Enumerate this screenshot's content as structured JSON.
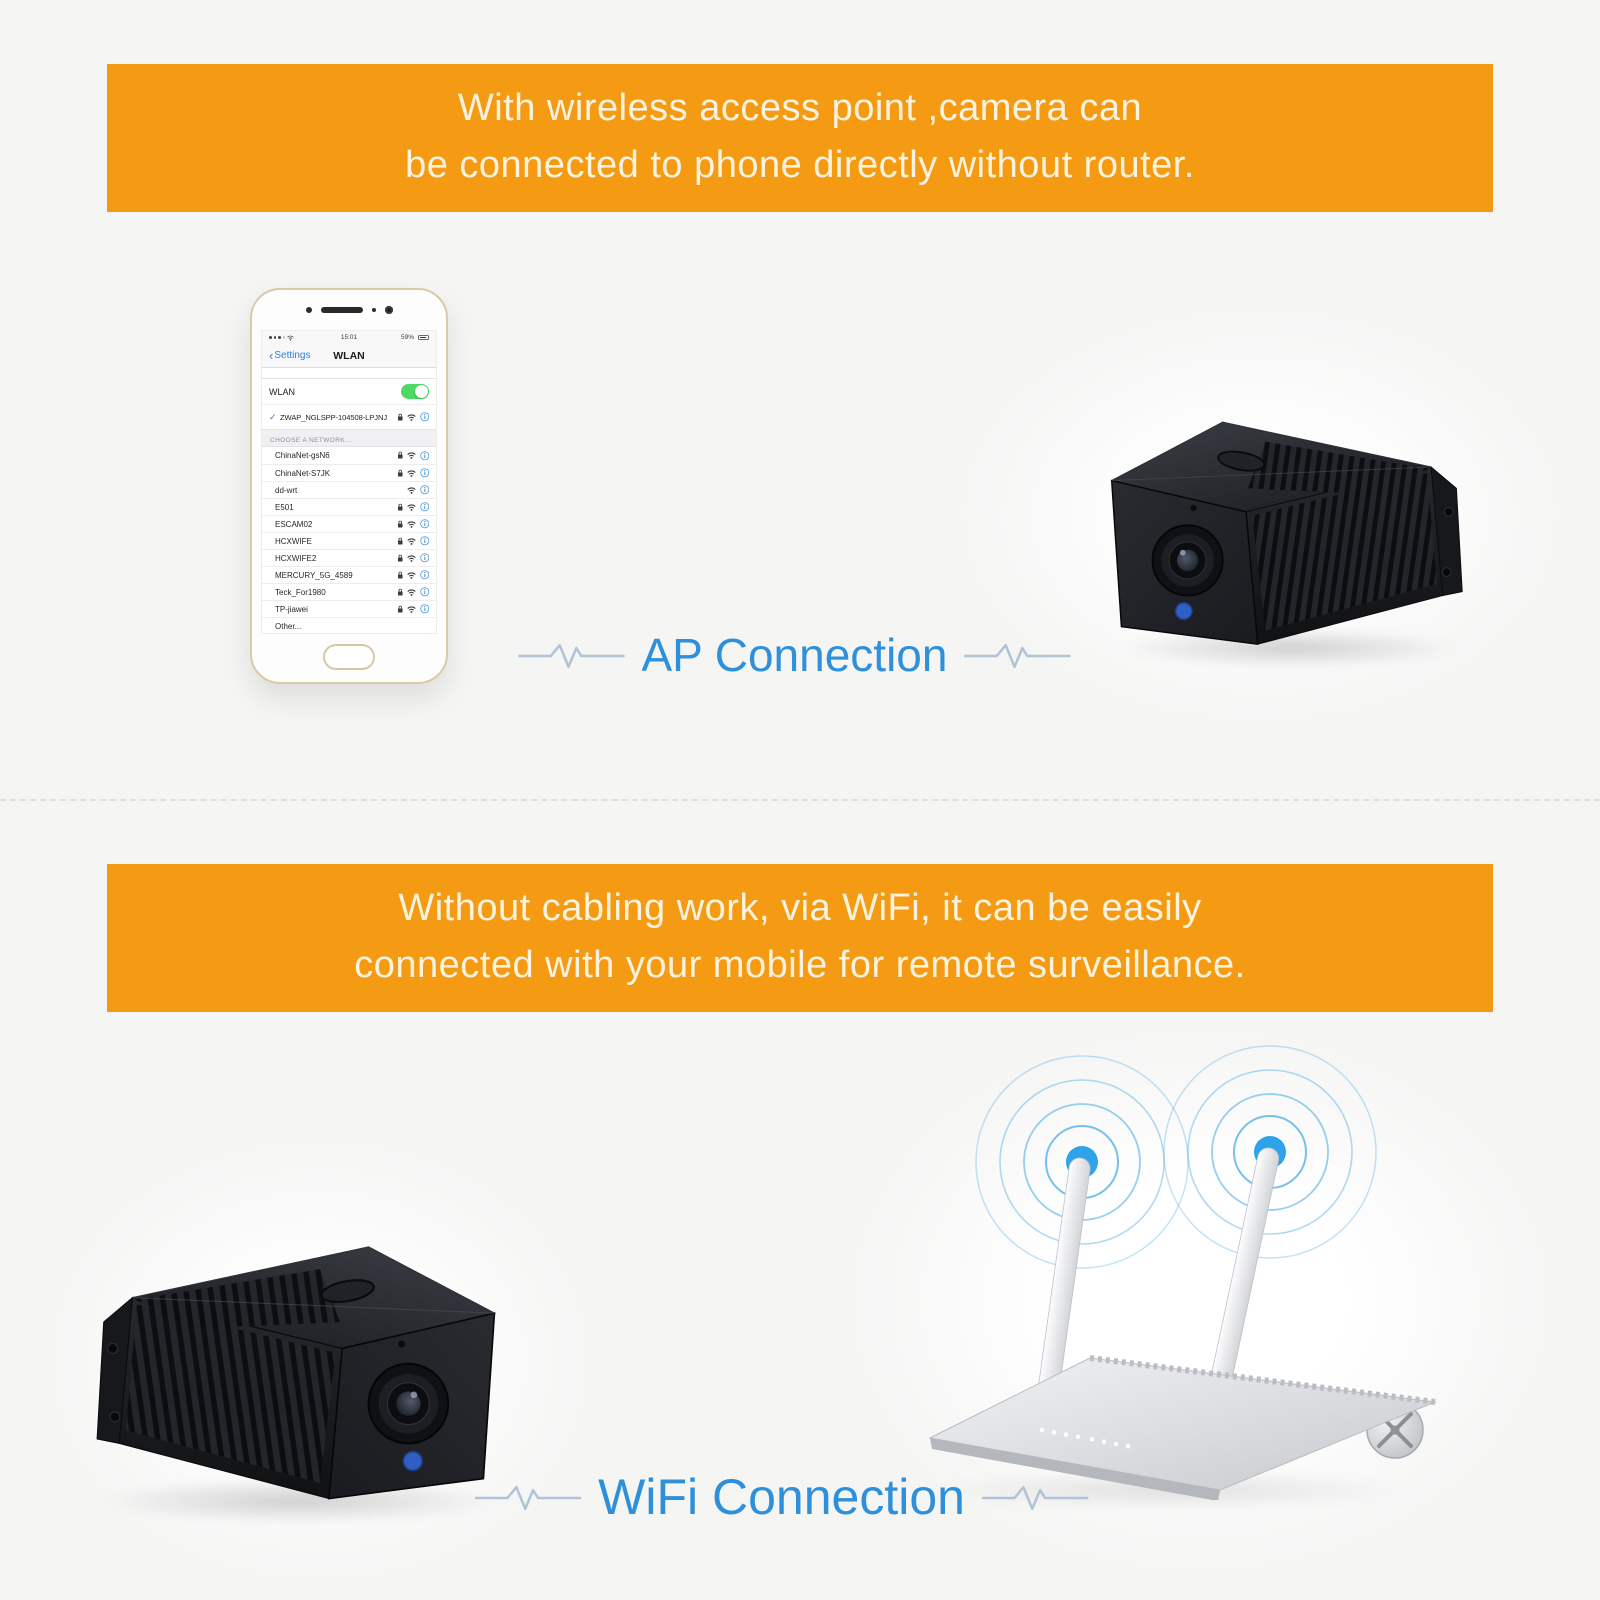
{
  "colors": {
    "banner_orange": "#F59B13",
    "accent_blue": "#2E90DB",
    "ekg_line": "#B2C3D7",
    "toggle_green": "#4cd964",
    "camera_led_blue": "#2f5fc4",
    "wifi_ripple_blue": "#5fb5e9"
  },
  "section_ap": {
    "banner_line1": "With wireless access point ,camera can",
    "banner_line2": "be connected to phone directly  without router.",
    "label": "AP Connection"
  },
  "section_wifi": {
    "banner_line1": "Without cabling work, via WiFi, it can be easily",
    "banner_line2": "connected with your mobile for remote surveillance.",
    "label": "WiFi Connection"
  },
  "phone": {
    "status": {
      "time": "15:01",
      "battery": "59%"
    },
    "nav": {
      "back_chevron": "‹",
      "back": "Settings",
      "title": "WLAN"
    },
    "wlan_row": {
      "label": "WLAN"
    },
    "connected": {
      "check": "✓",
      "name": "ZWAP_NGLSPP-104508-LPJNJ"
    },
    "section_header": "CHOOSE A NETWORK...",
    "networks": [
      {
        "name": "ChinaNet-gsN6"
      },
      {
        "name": "ChinaNet-S7JK"
      },
      {
        "name": "dd-wrt"
      },
      {
        "name": "E501"
      },
      {
        "name": "ESCAM02"
      },
      {
        "name": "HCXWIFE"
      },
      {
        "name": "HCXWIFE2"
      },
      {
        "name": "MERCURY_5G_4589"
      },
      {
        "name": "Teck_For1980"
      },
      {
        "name": "TP-jiawei"
      }
    ],
    "other": "Other..."
  }
}
